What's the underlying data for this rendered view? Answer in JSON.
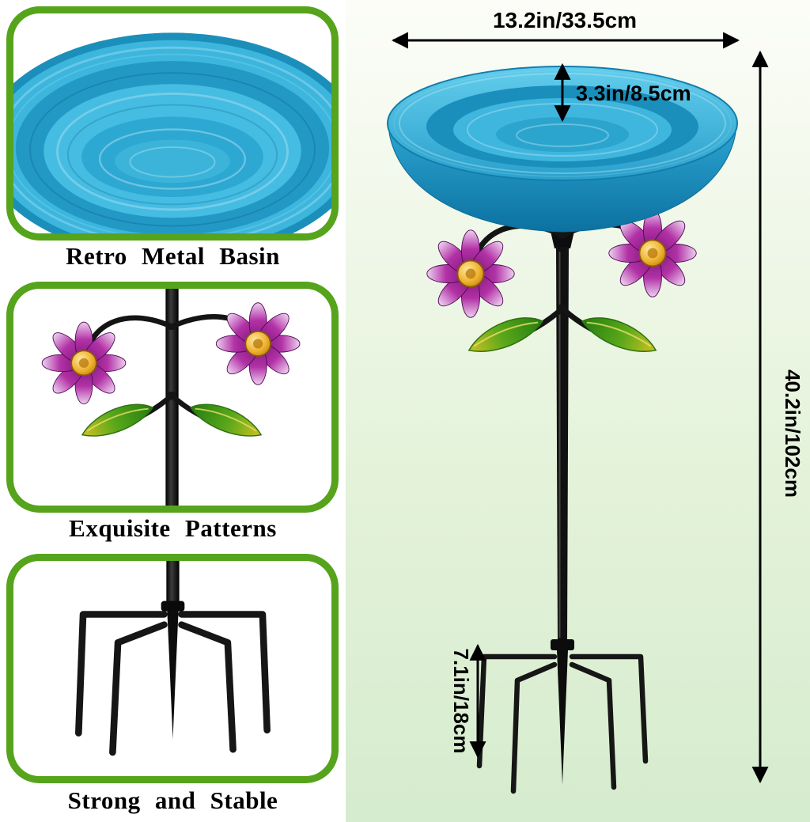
{
  "features": {
    "panels": [
      {
        "label": "Retro Metal Basin"
      },
      {
        "label": "Exquisite Patterns"
      },
      {
        "label": "Strong and Stable"
      }
    ]
  },
  "dimensions": {
    "basin_width": "13.2in/33.5cm",
    "basin_depth": "3.3in/8.5cm",
    "total_height": "40.2in/102cm",
    "stake_height": "7.1in/18cm"
  },
  "colors": {
    "panel_border_green": "#56a31c",
    "basin_blue": "#2fa8d2",
    "flower_purple": "#a2289a",
    "flower_center_gold": "#e2a418",
    "leaf_green": "#3a9a1e",
    "leaf_yellow": "#d2c020",
    "pole_black": "#111111",
    "background_green": "#e3f2d9"
  }
}
